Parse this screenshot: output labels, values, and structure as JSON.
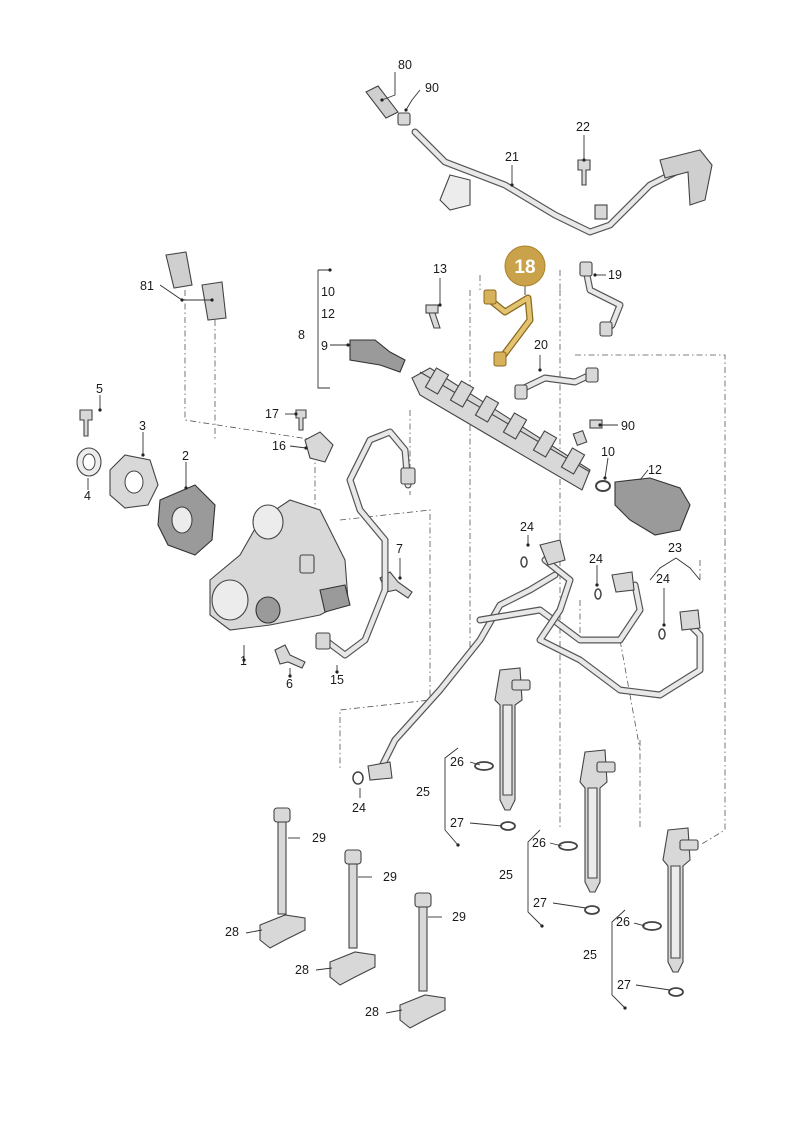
{
  "diagram": {
    "highlight_color": "#c9a24a",
    "callouts": [
      {
        "id": "c80",
        "text": "80"
      },
      {
        "id": "c90a",
        "text": "90"
      },
      {
        "id": "c22",
        "text": "22"
      },
      {
        "id": "c21",
        "text": "21"
      },
      {
        "id": "c18",
        "text": "18",
        "highlighted": true
      },
      {
        "id": "c13",
        "text": "13"
      },
      {
        "id": "c19",
        "text": "19"
      },
      {
        "id": "c81",
        "text": "81"
      },
      {
        "id": "c10a",
        "text": "10"
      },
      {
        "id": "c12a",
        "text": "12"
      },
      {
        "id": "c8",
        "text": "8"
      },
      {
        "id": "c9",
        "text": "9"
      },
      {
        "id": "c20",
        "text": "20"
      },
      {
        "id": "c5",
        "text": "5"
      },
      {
        "id": "c17",
        "text": "17"
      },
      {
        "id": "c90b",
        "text": "90"
      },
      {
        "id": "c3",
        "text": "3"
      },
      {
        "id": "c16",
        "text": "16"
      },
      {
        "id": "c2",
        "text": "2"
      },
      {
        "id": "c10b",
        "text": "10"
      },
      {
        "id": "c4",
        "text": "4"
      },
      {
        "id": "c12b",
        "text": "12"
      },
      {
        "id": "c24a",
        "text": "24"
      },
      {
        "id": "c7",
        "text": "7"
      },
      {
        "id": "c23",
        "text": "23"
      },
      {
        "id": "c24b",
        "text": "24"
      },
      {
        "id": "c24c",
        "text": "24"
      },
      {
        "id": "c1",
        "text": "1"
      },
      {
        "id": "c6",
        "text": "6"
      },
      {
        "id": "c15",
        "text": "15"
      },
      {
        "id": "c26a",
        "text": "26"
      },
      {
        "id": "c25a",
        "text": "25"
      },
      {
        "id": "c24d",
        "text": "24"
      },
      {
        "id": "c27a",
        "text": "27"
      },
      {
        "id": "c29a",
        "text": "29"
      },
      {
        "id": "c26b",
        "text": "26"
      },
      {
        "id": "c29b",
        "text": "29"
      },
      {
        "id": "c25b",
        "text": "25"
      },
      {
        "id": "c29c",
        "text": "29"
      },
      {
        "id": "c27b",
        "text": "27"
      },
      {
        "id": "c26c",
        "text": "26"
      },
      {
        "id": "c28a",
        "text": "28"
      },
      {
        "id": "c25c",
        "text": "25"
      },
      {
        "id": "c28b",
        "text": "28"
      },
      {
        "id": "c27c",
        "text": "27"
      },
      {
        "id": "c28c",
        "text": "28"
      }
    ]
  }
}
